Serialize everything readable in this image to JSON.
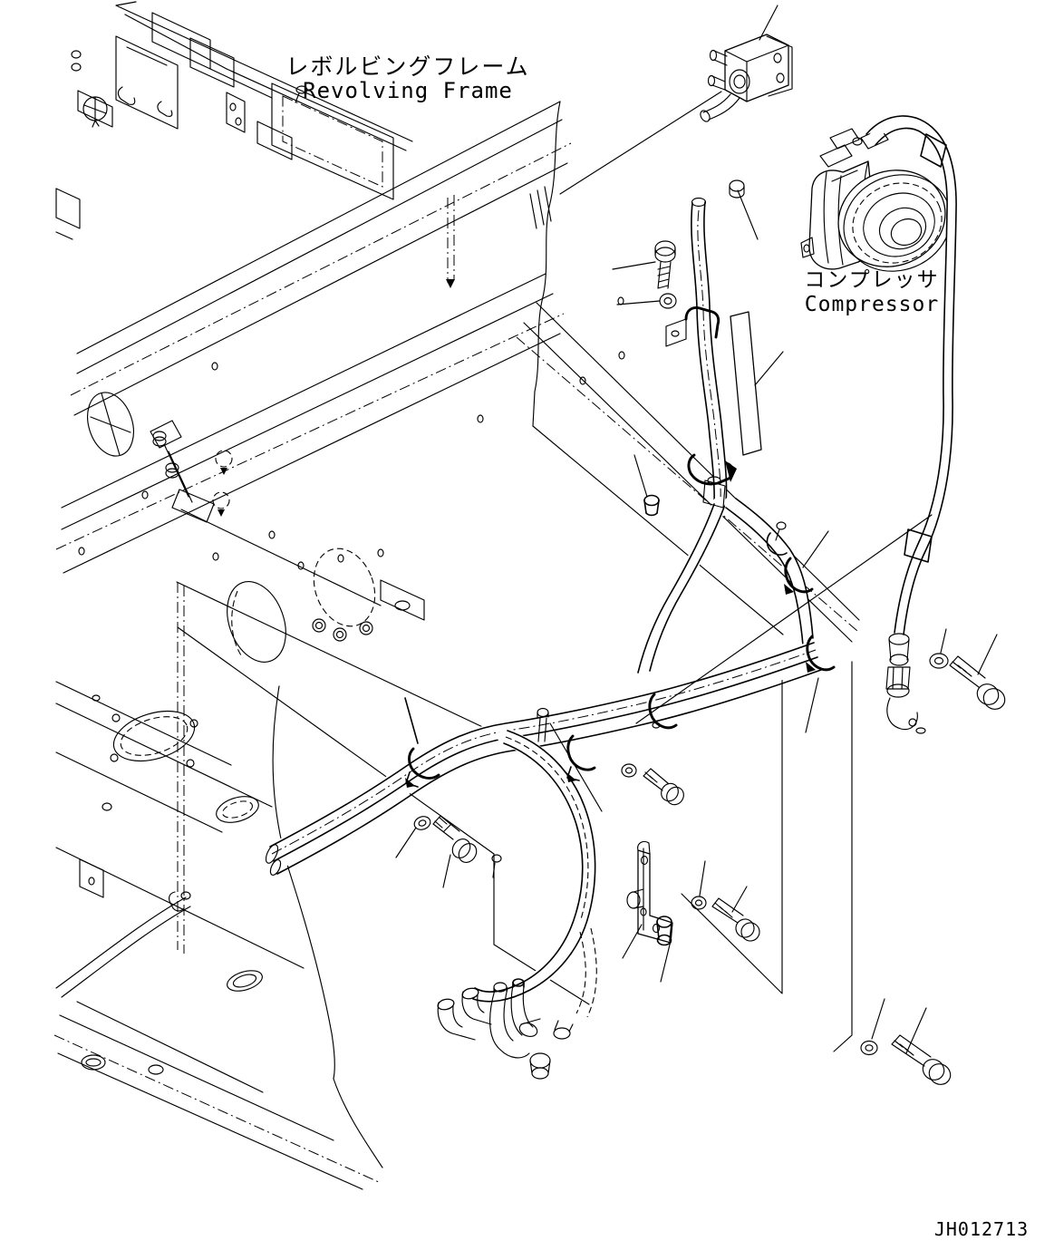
{
  "page": {
    "background": "#ffffff",
    "line_color": "#000000"
  },
  "frame_label": {
    "jp": "レボルビングフレーム",
    "en": "Revolving Frame"
  },
  "compressor_label": {
    "jp": "コンプレッサ",
    "en": "Compressor"
  },
  "footer": {
    "drawing_number": "JH012713"
  }
}
